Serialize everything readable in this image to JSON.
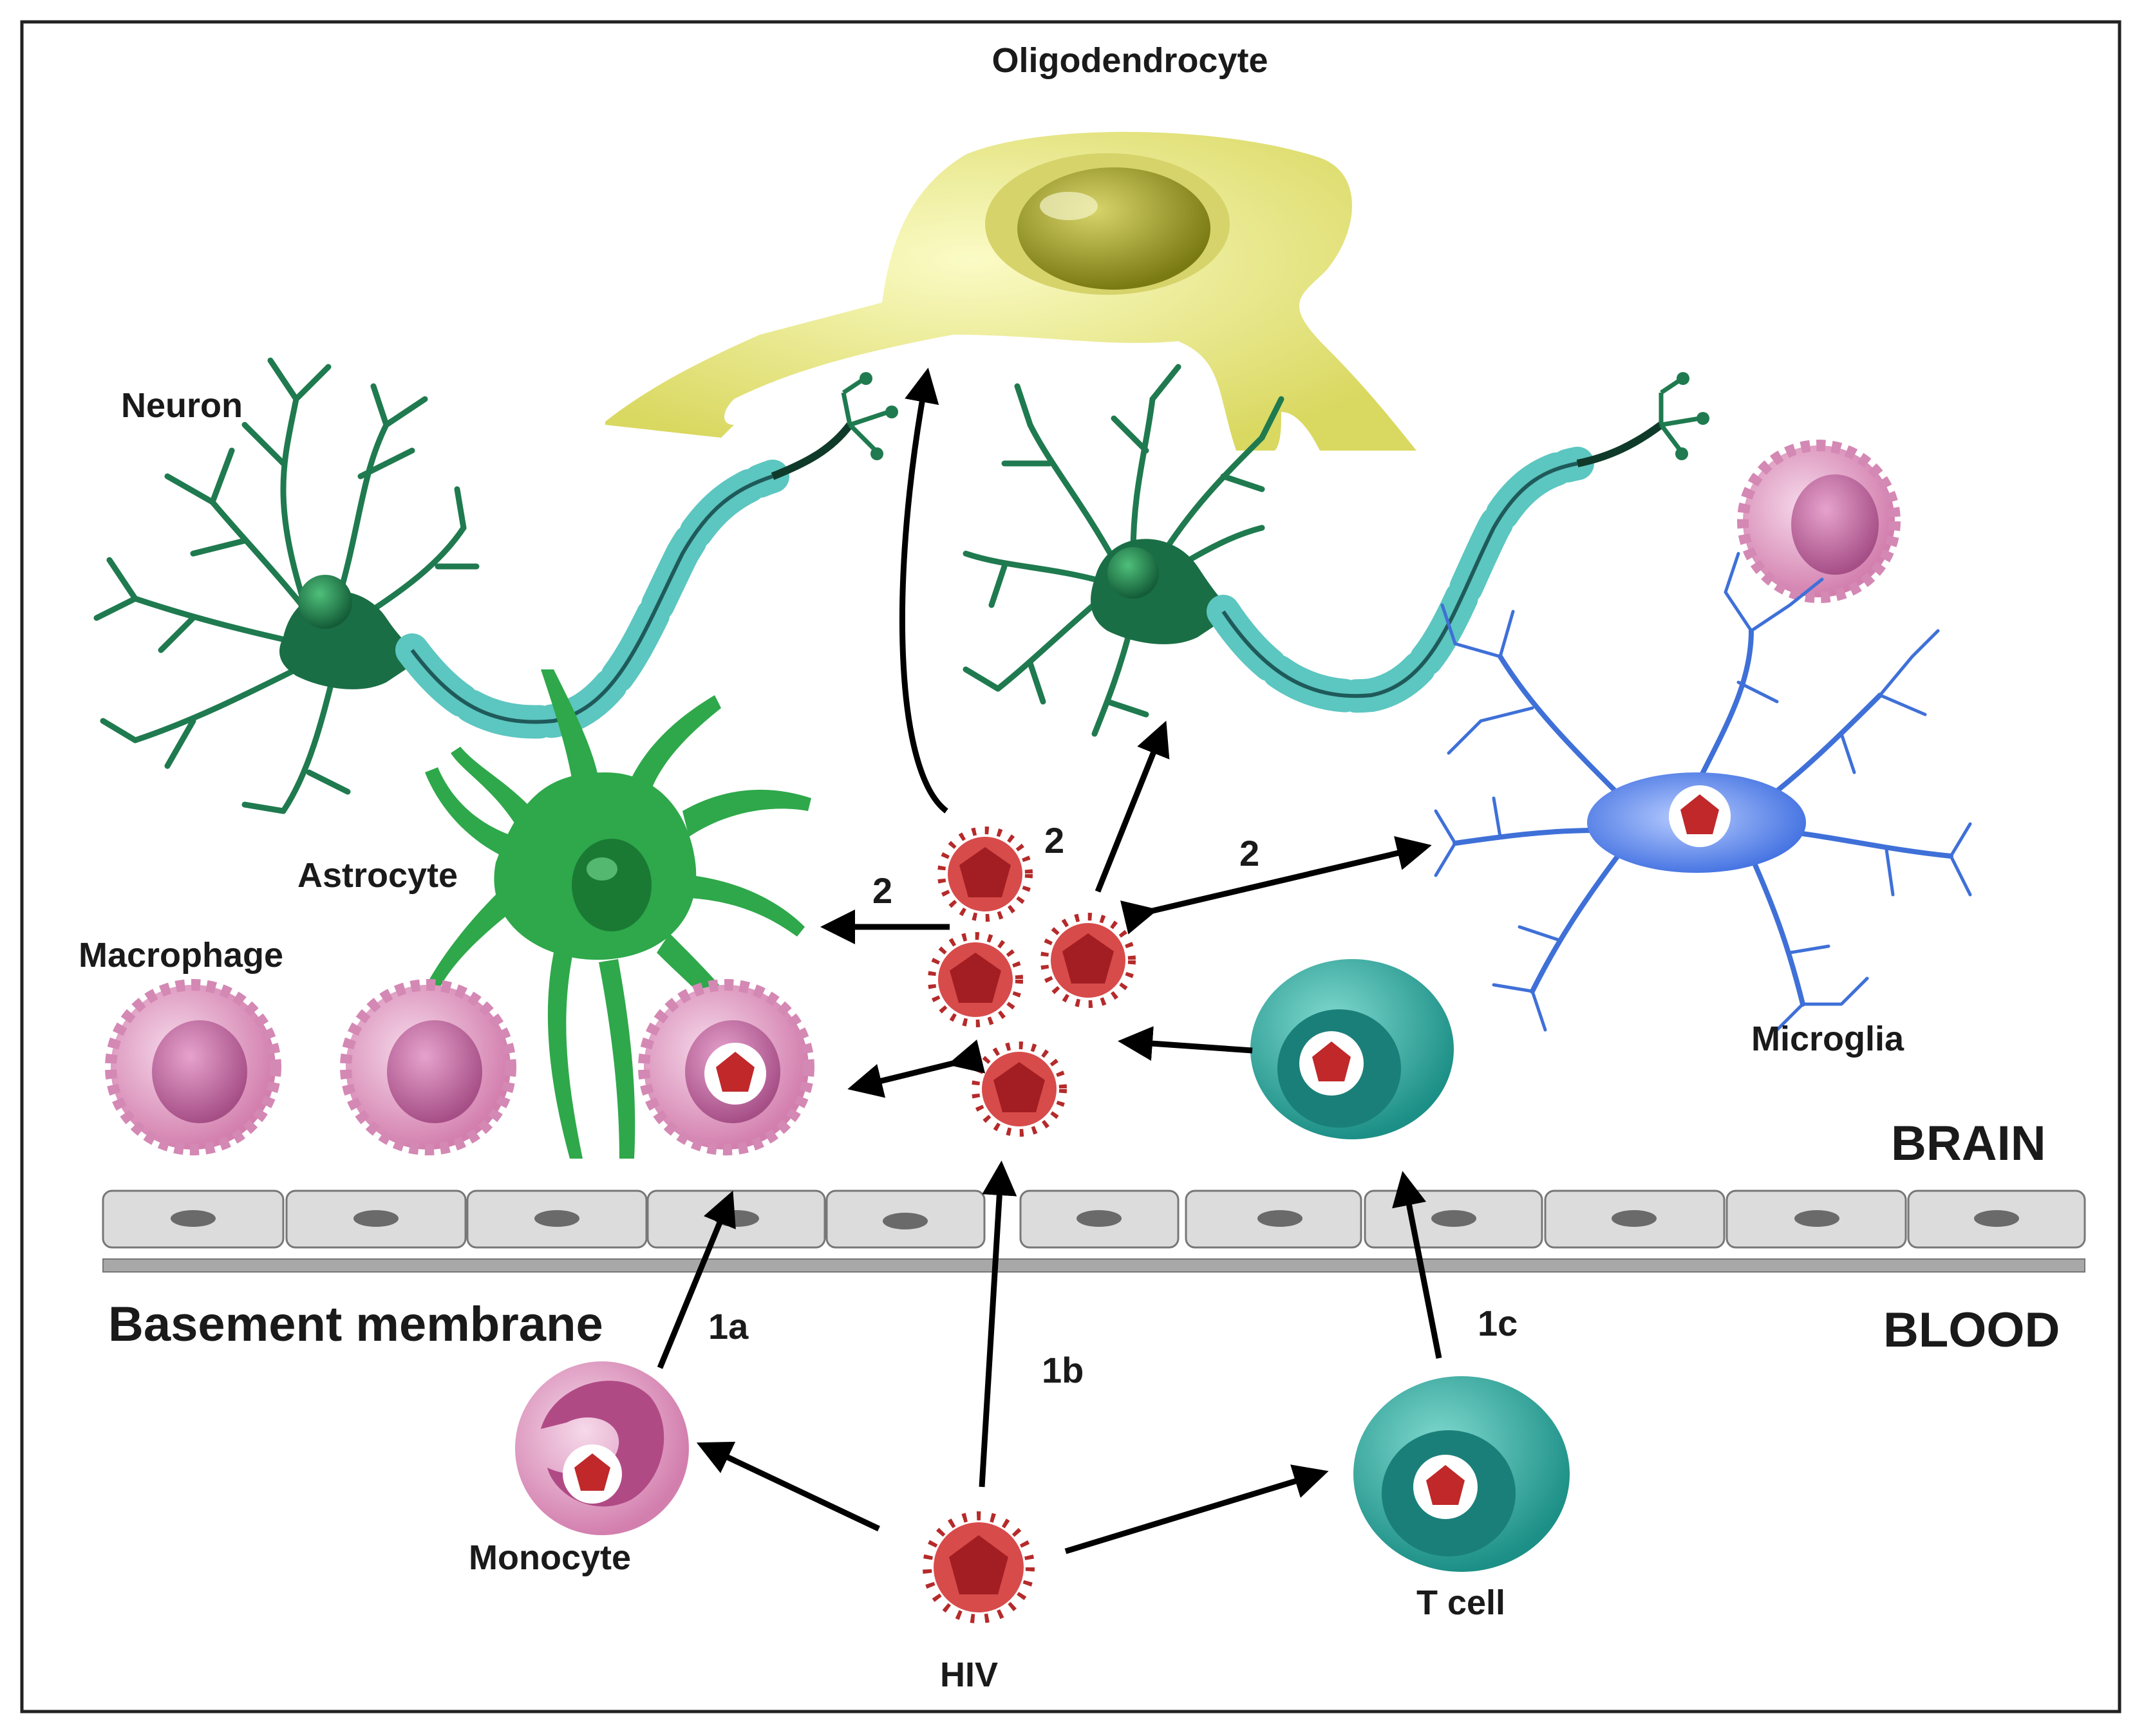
{
  "labels": {
    "oligodendrocyte": "Oligodendrocyte",
    "neuron": "Neuron",
    "astrocyte": "Astrocyte",
    "macrophage": "Macrophage",
    "microglia": "Microglia",
    "brain": "BRAIN",
    "blood": "BLOOD",
    "basement_membrane": "Basement membrane",
    "monocyte": "Monocyte",
    "t_cell": "T cell",
    "hiv": "HIV"
  },
  "steps": {
    "s1a": "1a",
    "s1b": "1b",
    "s1c": "1c",
    "s2_left": "2",
    "s2_top": "2",
    "s2_right": "2"
  },
  "colors": {
    "neuron": "#1f7a4f",
    "myelin": "#5cc6c0",
    "oligodendrocyte": "#e6e67a",
    "astrocyte": "#2ea84a",
    "macrophage": "#d88bb4",
    "microglia": "#4a7be0",
    "t_cell": "#2aa79c",
    "virus": "#c0282a",
    "endothelium": "#dcdcdc"
  },
  "icons": [
    "neuron-icon",
    "oligodendrocyte-icon",
    "astrocyte-icon",
    "macrophage-icon",
    "microglia-icon",
    "t-cell-icon",
    "monocyte-icon",
    "hiv-virion-icon"
  ]
}
